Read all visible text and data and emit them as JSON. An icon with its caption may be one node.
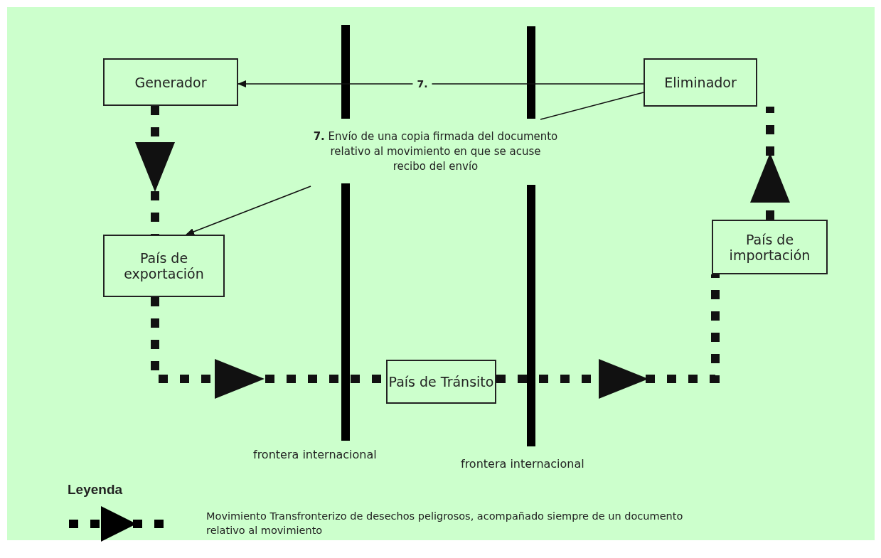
{
  "diagram": {
    "nodes": [
      {
        "text": [
          "Generador"
        ]
      },
      {
        "text": [
          "Eliminador"
        ]
      },
      {
        "text": [
          "**7.** Envío de una copia firmada del documento relativo al movimiento en que se acuse recibo del envío"
        ]
      },
      {
        "text": [
          "País de exportación"
        ]
      },
      {
        "text": [
          "País de importación"
        ]
      },
      {
        "text": [
          "País de Tránsito"
        ]
      }
    ],
    "edges": [
      {
        "from": 1,
        "to": 0,
        "arrow": "to",
        "label": "7."
      },
      {
        "from": 2,
        "to": 1,
        "arrow": "none"
      },
      {
        "from": 2,
        "to": 3,
        "arrow": "to"
      },
      {
        "from": 0,
        "to": 3,
        "arrow": "to",
        "style": "dashed"
      },
      {
        "from": 3,
        "to": 5,
        "arrow": "to",
        "style": "dashed"
      },
      {
        "from": 5,
        "to": 4,
        "arrow": "to",
        "style": "dashed"
      },
      {
        "from": 4,
        "to": 1,
        "arrow": "to",
        "style": "dashed"
      }
    ],
    "labels": [
      "frontera internacional",
      "frontera internacional",
      "Leyenda"
    ],
    "legend": [
      {
        "text": "Movimiento Transfronterizo de desechos peligrosos, acompañado siempre de un documento relativo al movimiento"
      }
    ]
  }
}
